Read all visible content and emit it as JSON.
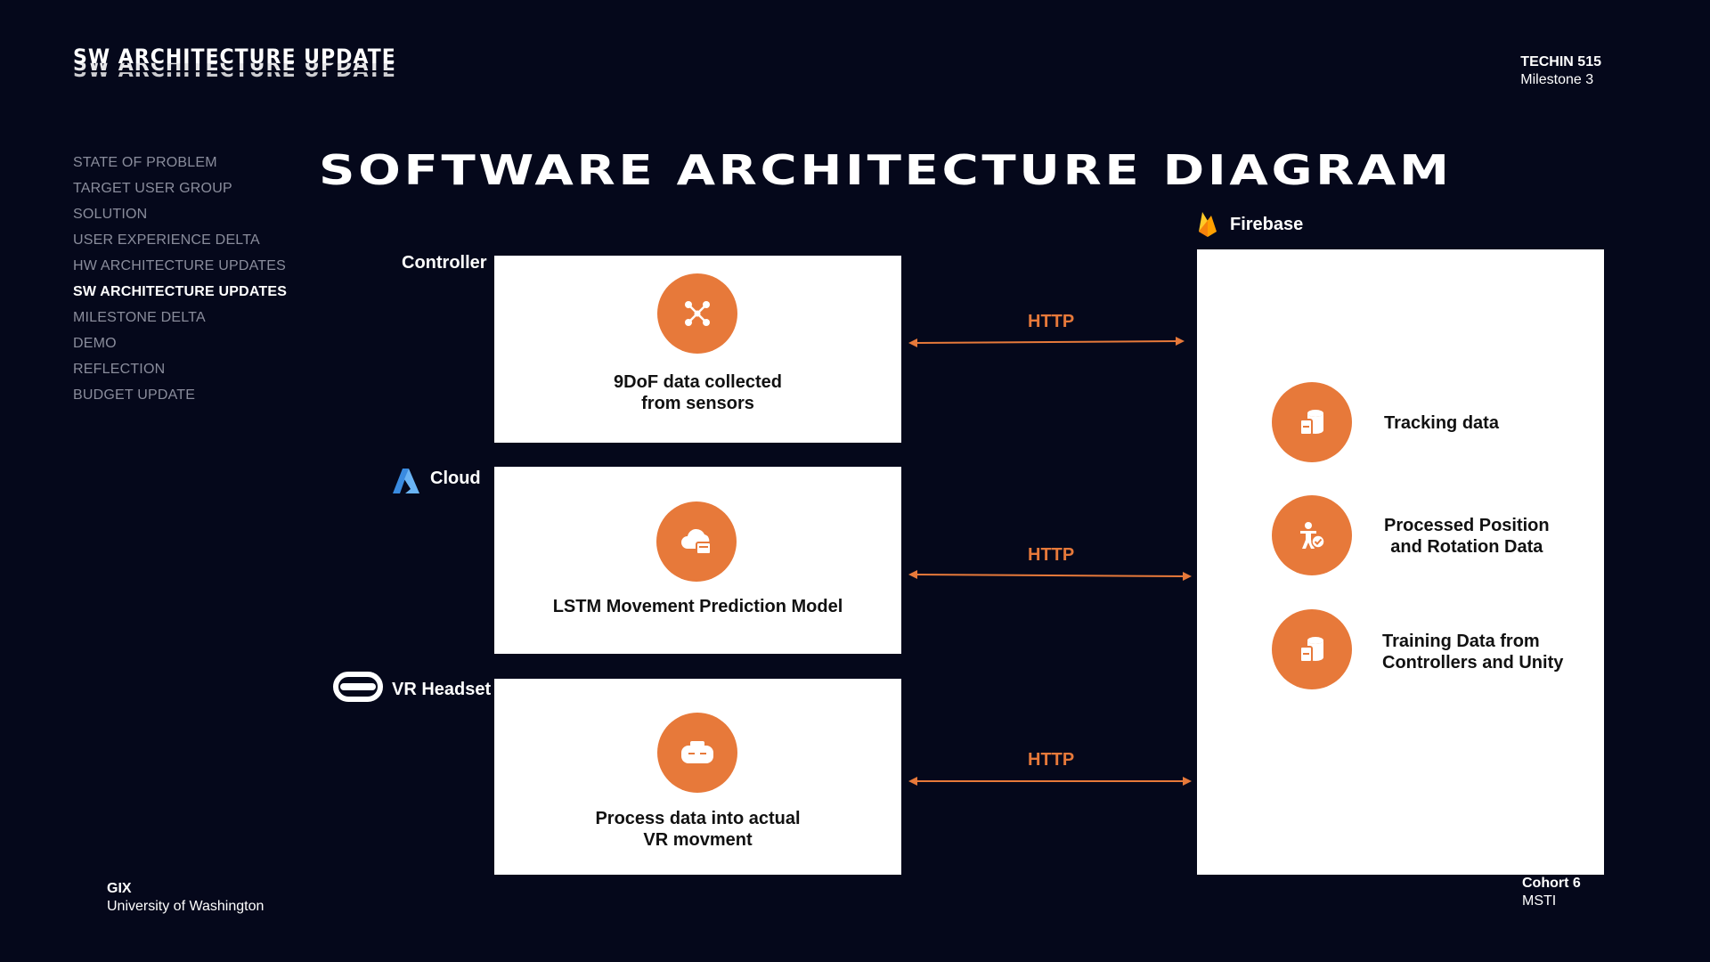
{
  "header": {
    "logo_text": "SW ARCHITECTURE UPDATE",
    "course": "TECHIN 515",
    "milestone": "Milestone 3"
  },
  "nav": {
    "items": [
      {
        "label": "STATE OF PROBLEM",
        "active": false
      },
      {
        "label": "TARGET USER GROUP",
        "active": false
      },
      {
        "label": "SOLUTION",
        "active": false
      },
      {
        "label": "USER EXPERIENCE DELTA",
        "active": false
      },
      {
        "label": "HW ARCHITECTURE UPDATES",
        "active": false
      },
      {
        "label": "SW ARCHITECTURE UPDATES",
        "active": true
      },
      {
        "label": "MILESTONE DELTA",
        "active": false
      },
      {
        "label": "DEMO",
        "active": false
      },
      {
        "label": "REFLECTION",
        "active": false
      },
      {
        "label": "BUDGET UPDATE",
        "active": false
      }
    ]
  },
  "title": "SOFTWARE ARCHITECTURE DIAGRAM",
  "diagram": {
    "controller": {
      "label": "Controller",
      "text1": "9DoF data collected",
      "text2": "from sensors",
      "icon": "network-nodes-icon"
    },
    "cloud": {
      "label": "Cloud",
      "text": "LSTM Movement Prediction Model",
      "icon": "cloud-database-icon"
    },
    "vr": {
      "label": "VR Headset",
      "text1": "Process data into actual",
      "text2": "VR movment",
      "icon": "vr-goggles-icon"
    },
    "connections": {
      "http1": "HTTP",
      "http2": "HTTP",
      "http3": "HTTP"
    },
    "firebase": {
      "label": "Firebase",
      "items": [
        {
          "line1": "Tracking data",
          "line2": "",
          "icon": "database-icon"
        },
        {
          "line1": "Processed Position",
          "line2": "and Rotation Data",
          "icon": "person-check-icon"
        },
        {
          "line1": "Training Data from",
          "line2": "Controllers and Unity",
          "icon": "database-icon"
        }
      ]
    },
    "accent_color": "#e7793a"
  },
  "footer": {
    "org": "GIX",
    "university": "University of Washington",
    "cohort": "Cohort 6",
    "program": "MSTI"
  }
}
